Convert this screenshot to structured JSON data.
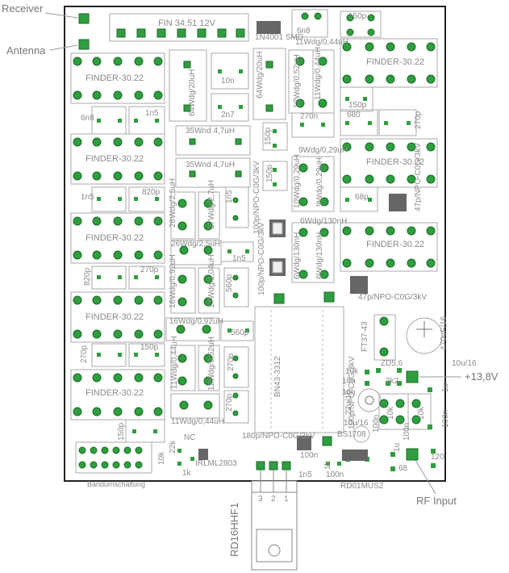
{
  "external": {
    "receiver": "Receiver",
    "antenna": "Antenna",
    "rf_input": "RF Input",
    "supply": "+13,8V",
    "transistor": "RD16HHF1",
    "pins": [
      "3",
      "2",
      "1"
    ]
  },
  "relays": {
    "left": [
      "FINDER-30.22",
      "FINDER-30.22",
      "FINDER-30.22",
      "FINDER-30.22",
      "FINDER-30.22"
    ],
    "right": [
      "FINDER-30.22",
      "FINDER-30.22",
      "FINDER-30.22"
    ],
    "top": "FIN 34.51 12V"
  },
  "labels": {
    "diode": "1N4001 SMD",
    "c_6n8_top": "6n8",
    "c_150p_top": "150p",
    "c_10n": "10n",
    "c_2n7": "2n7",
    "c_6n8_left": "6n8",
    "c_1n5_a": "1n5",
    "c_1n5_b": "1n5",
    "c_820p": "820p",
    "c_820p_b": "820p",
    "c_270p_a": "270p",
    "c_270p_b": "270p",
    "c_150p_b": "150p",
    "c_150p_c": "150p",
    "c_270n": "270n",
    "c_680": "680",
    "c_270p_r": "270p",
    "c_150p_r": "150p",
    "c_150p_v": "150p",
    "c_150p_s": "150p",
    "c_68p": "68p",
    "c_1n5_c": "1n5",
    "c_1n5_d": "1n5",
    "c_560p_a": "560p",
    "c_560p_b": "560p",
    "c_270p_c": "270p",
    "c_270p_d": "270p",
    "l_35a": "35Wnd 4,7uH",
    "l_35b": "35Wnd 4,7uH",
    "l_64a": "64Wdg/20uH",
    "l_64b": "64Wdg/20uH",
    "l_12": "12Wdg/0,52uH",
    "l_11a": "11Wdg/0,44uH",
    "l_11b": "11Wdg/0,44uH",
    "l_9a": "9Wdg/0,29uH",
    "l_10": "10Wdg/0,29uH",
    "l_9b": "9Wdg/0,29uH",
    "l_6a": "6Wdg/130nH",
    "l_6b": "6Wdg/130nH",
    "l_6c": "6Wdg/130nH",
    "l_26a": "26Wdg/2,5uH",
    "l_27": "27Wdg/2,7uH",
    "l_26b": "26Wdg/2,5uH",
    "l_16a": "16Wdg/0,92uH",
    "l_17": "17Wdg/1,04uH",
    "l_16b": "16Wdg/0,92uH",
    "l_11c": "11Wdg/0,44uH",
    "l_12b": "12Wdg/0,52uH",
    "l_11d": "11Wdg/0,44uH",
    "c_100p_a": "100p/NPO-C0G/3kV",
    "c_100p_b": "100p/NPO-C0G/3kV",
    "c_100p_c": "100p/NPO-C0G/3kV",
    "c_47p_a": "47p/NPO-C0G/3kV",
    "c_47p_b": "47p/NPO-C0G/3kV",
    "c_180p": "180p/NPO-C0G/3kV",
    "core": "BN43-3312",
    "ft": "FT37-43",
    "c_470": "470uF/16",
    "c_10u16": "10u/16",
    "c_1u": "1u",
    "c_22u": "22u/16",
    "c_10u16b": "10u/16",
    "r_2k2": "2k2",
    "zd": "ZD5,6",
    "r_10k_a": "10k",
    "r_10n_a": "10n",
    "r_10n_b": "10n",
    "r_10k_b": "10k",
    "r_100n_a": "100n",
    "r_100n_b": "100n",
    "r_100n_c": "100n",
    "r_100n_d": "100n",
    "r_100n_e": "100n",
    "r_10k_c": "10k",
    "r_1k": "1k",
    "r_1k_b": "1k",
    "r_22k": "22k",
    "r_10k_d": "10k",
    "r_68": "68",
    "r_120": "120",
    "r_1u_b": "1u",
    "r_1n5": "1n5",
    "nc": "NC",
    "rlml": "IRLML2803",
    "rd01": "RD01MUS2",
    "bs": "BS1708",
    "band": "Bandumschaltung"
  }
}
